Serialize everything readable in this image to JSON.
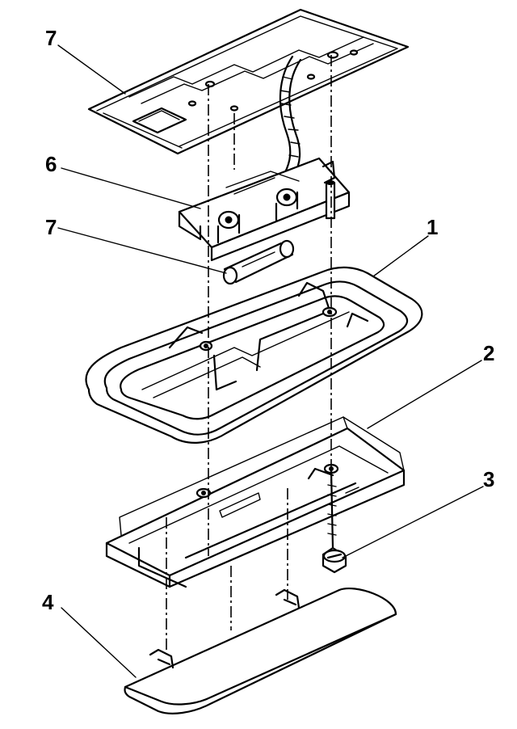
{
  "callouts": {
    "c7_top": "7",
    "c6": "6",
    "c7_lamp": "7",
    "c1": "1",
    "c2": "2",
    "c3": "3",
    "c4": "4"
  }
}
